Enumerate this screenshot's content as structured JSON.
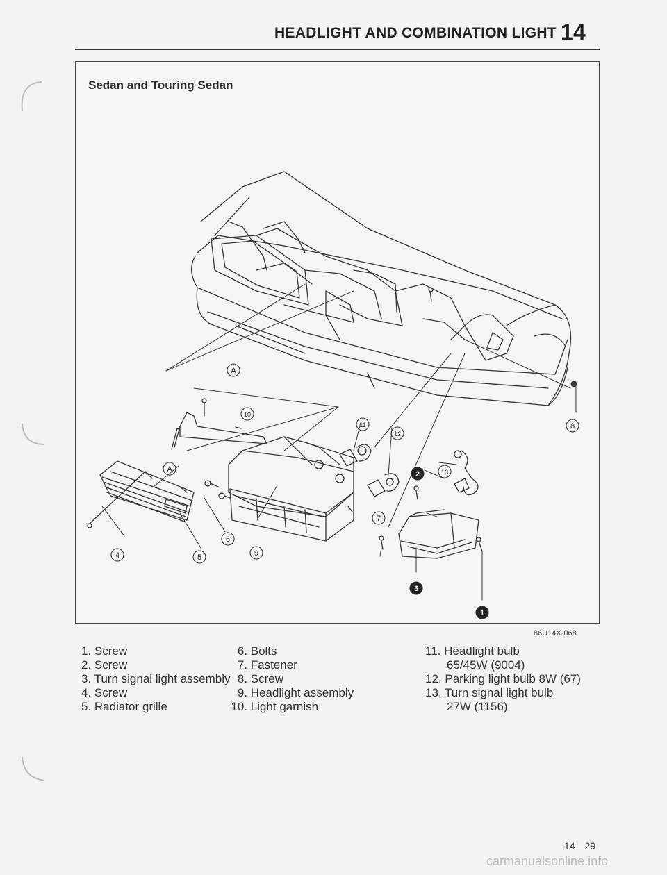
{
  "header": {
    "title": "HEADLIGHT AND COMBINATION LIGHT",
    "chapter": "14"
  },
  "figure": {
    "heading": "Sedan and Touring Sedan",
    "code": "86U14X-068",
    "callouts": {
      "A_upper": "A",
      "A_lower": "A",
      "n4": "4",
      "n5": "5",
      "n6": "6",
      "n7": "7",
      "n8": "8",
      "n9": "9",
      "n10": "10",
      "n11": "11",
      "n12": "12",
      "n13": "13",
      "n1": "1",
      "n2": "2",
      "n3": "3"
    }
  },
  "legend": {
    "col1": [
      "1. Screw",
      "2. Screw",
      "3. Turn signal light assembly",
      "4. Screw",
      "5. Radiator grille"
    ],
    "col2": [
      {
        "num": "6.",
        "text": "Bolts"
      },
      {
        "num": "7.",
        "text": "Fastener"
      },
      {
        "num": "8.",
        "text": "Screw"
      },
      {
        "num": "9.",
        "text": "Headlight assembly"
      },
      {
        "num": "10.",
        "text": "Light garnish"
      }
    ],
    "col3": [
      "11. Headlight bulb",
      "65/45W (9004)",
      "12. Parking light bulb 8W (67)",
      "13. Turn signal light bulb",
      "27W (1156)"
    ]
  },
  "footer": {
    "page": "14—29",
    "watermark": "carmanualsonline.info"
  }
}
